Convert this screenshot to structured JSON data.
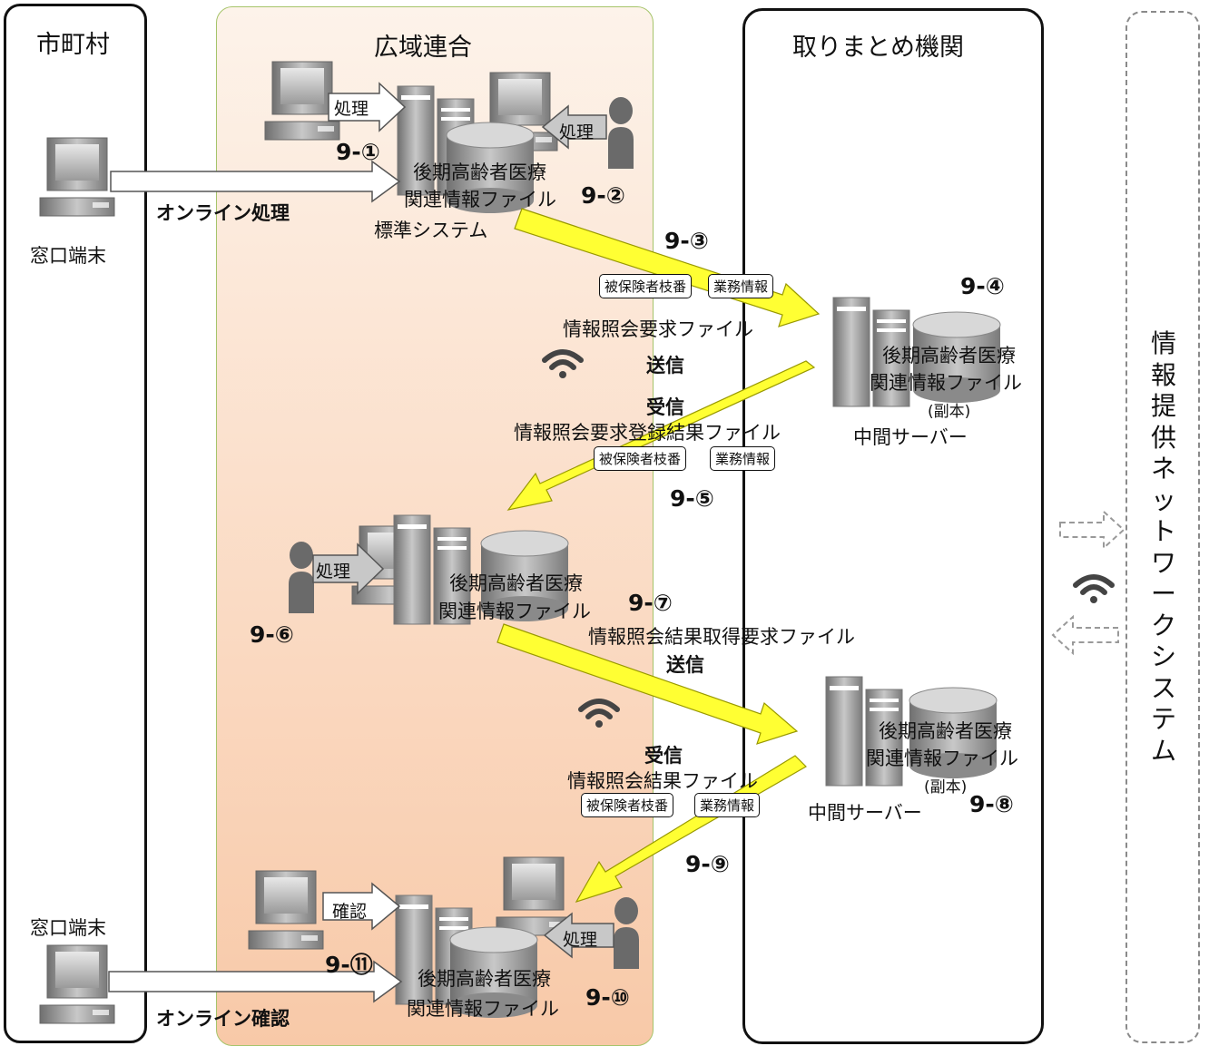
{
  "lanes": {
    "municipality": "市町村",
    "wide_area_union": "広域連合",
    "aggregator": "取りまとめ機関",
    "network": "情報提供ネットワークシステム"
  },
  "terminals": {
    "window_terminal_top": "窓口端末",
    "window_terminal_bottom": "窓口端末"
  },
  "flows": {
    "online_process": "オンライン処理",
    "online_confirm": "オンライン確認",
    "process": "処理",
    "confirm": "確認",
    "send": "送信",
    "receive": "受信"
  },
  "systems": {
    "standard_system": "標準システム",
    "intermediate_server": "中間サーバー",
    "db_line1": "後期高齢者医療",
    "db_line2": "関連情報ファイル",
    "copy_note": "(副本)"
  },
  "files": {
    "inquiry_request": "情報照会要求ファイル",
    "inquiry_request_result": "情報照会要求登録結果ファイル",
    "inquiry_result_request": "情報照会結果取得要求ファイル",
    "inquiry_result": "情報照会結果ファイル"
  },
  "tags": {
    "insured_branch": "被保険者枝番",
    "business_info": "業務情報"
  },
  "steps": [
    "9-①",
    "9-②",
    "9-③",
    "9-④",
    "9-⑤",
    "9-⑥",
    "9-⑦",
    "9-⑧",
    "9-⑨",
    "9-⑩",
    "9-⑪"
  ],
  "colors": {
    "yellow_arrow": "#ffff33",
    "wide_area_bg": "#f8c9a8",
    "wide_area_border": "#a6c46a",
    "device_gray": "#9e9e9e"
  },
  "icons": [
    "computer-icon",
    "server-icon",
    "database-icon",
    "person-icon",
    "wifi-icon",
    "arrow-icon"
  ]
}
